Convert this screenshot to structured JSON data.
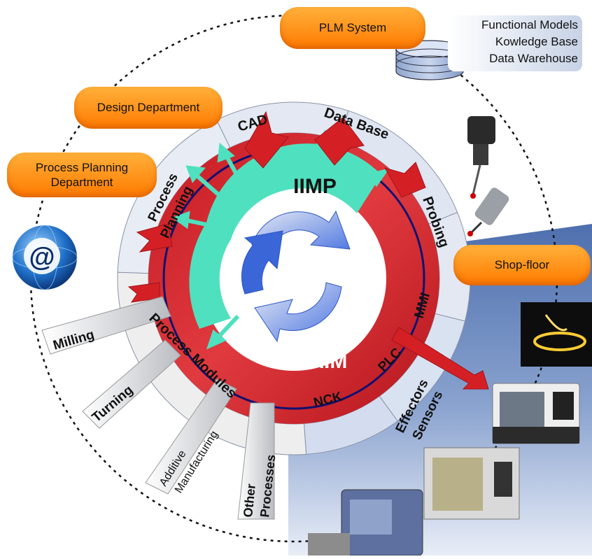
{
  "center": {
    "top_label": "IIMP",
    "bottom_label": "SPAIM"
  },
  "pills": {
    "plm": "PLM System",
    "design": "Design Department",
    "process_planning": [
      "Process Planning",
      "Department"
    ],
    "shop_floor": "Shop-floor"
  },
  "database_info": [
    "Functional Models",
    "Kowledge Base",
    "Data Warehouse"
  ],
  "ring_sectors": {
    "process_planning": [
      "Process",
      "Planning"
    ],
    "cad": "CAD",
    "data_base": "Data Base",
    "probing": "Probing",
    "mmi": "MMI",
    "plc": "PLC",
    "nck": "NCK",
    "process_modules": "Process Modules",
    "effectors_sensors": [
      "Effectors",
      "Sensors"
    ]
  },
  "modules": {
    "milling": "Milling",
    "turning": "Turning",
    "additive": [
      "Additive",
      "Manufacturing"
    ],
    "other": [
      "Other",
      "Processes"
    ]
  },
  "web_icon": "@",
  "colors": {
    "accent_red": "#d42025",
    "iimp_teal": "#4fe0bf",
    "pill_orange": "#ff8c1a",
    "ring_navy": "#101070"
  }
}
